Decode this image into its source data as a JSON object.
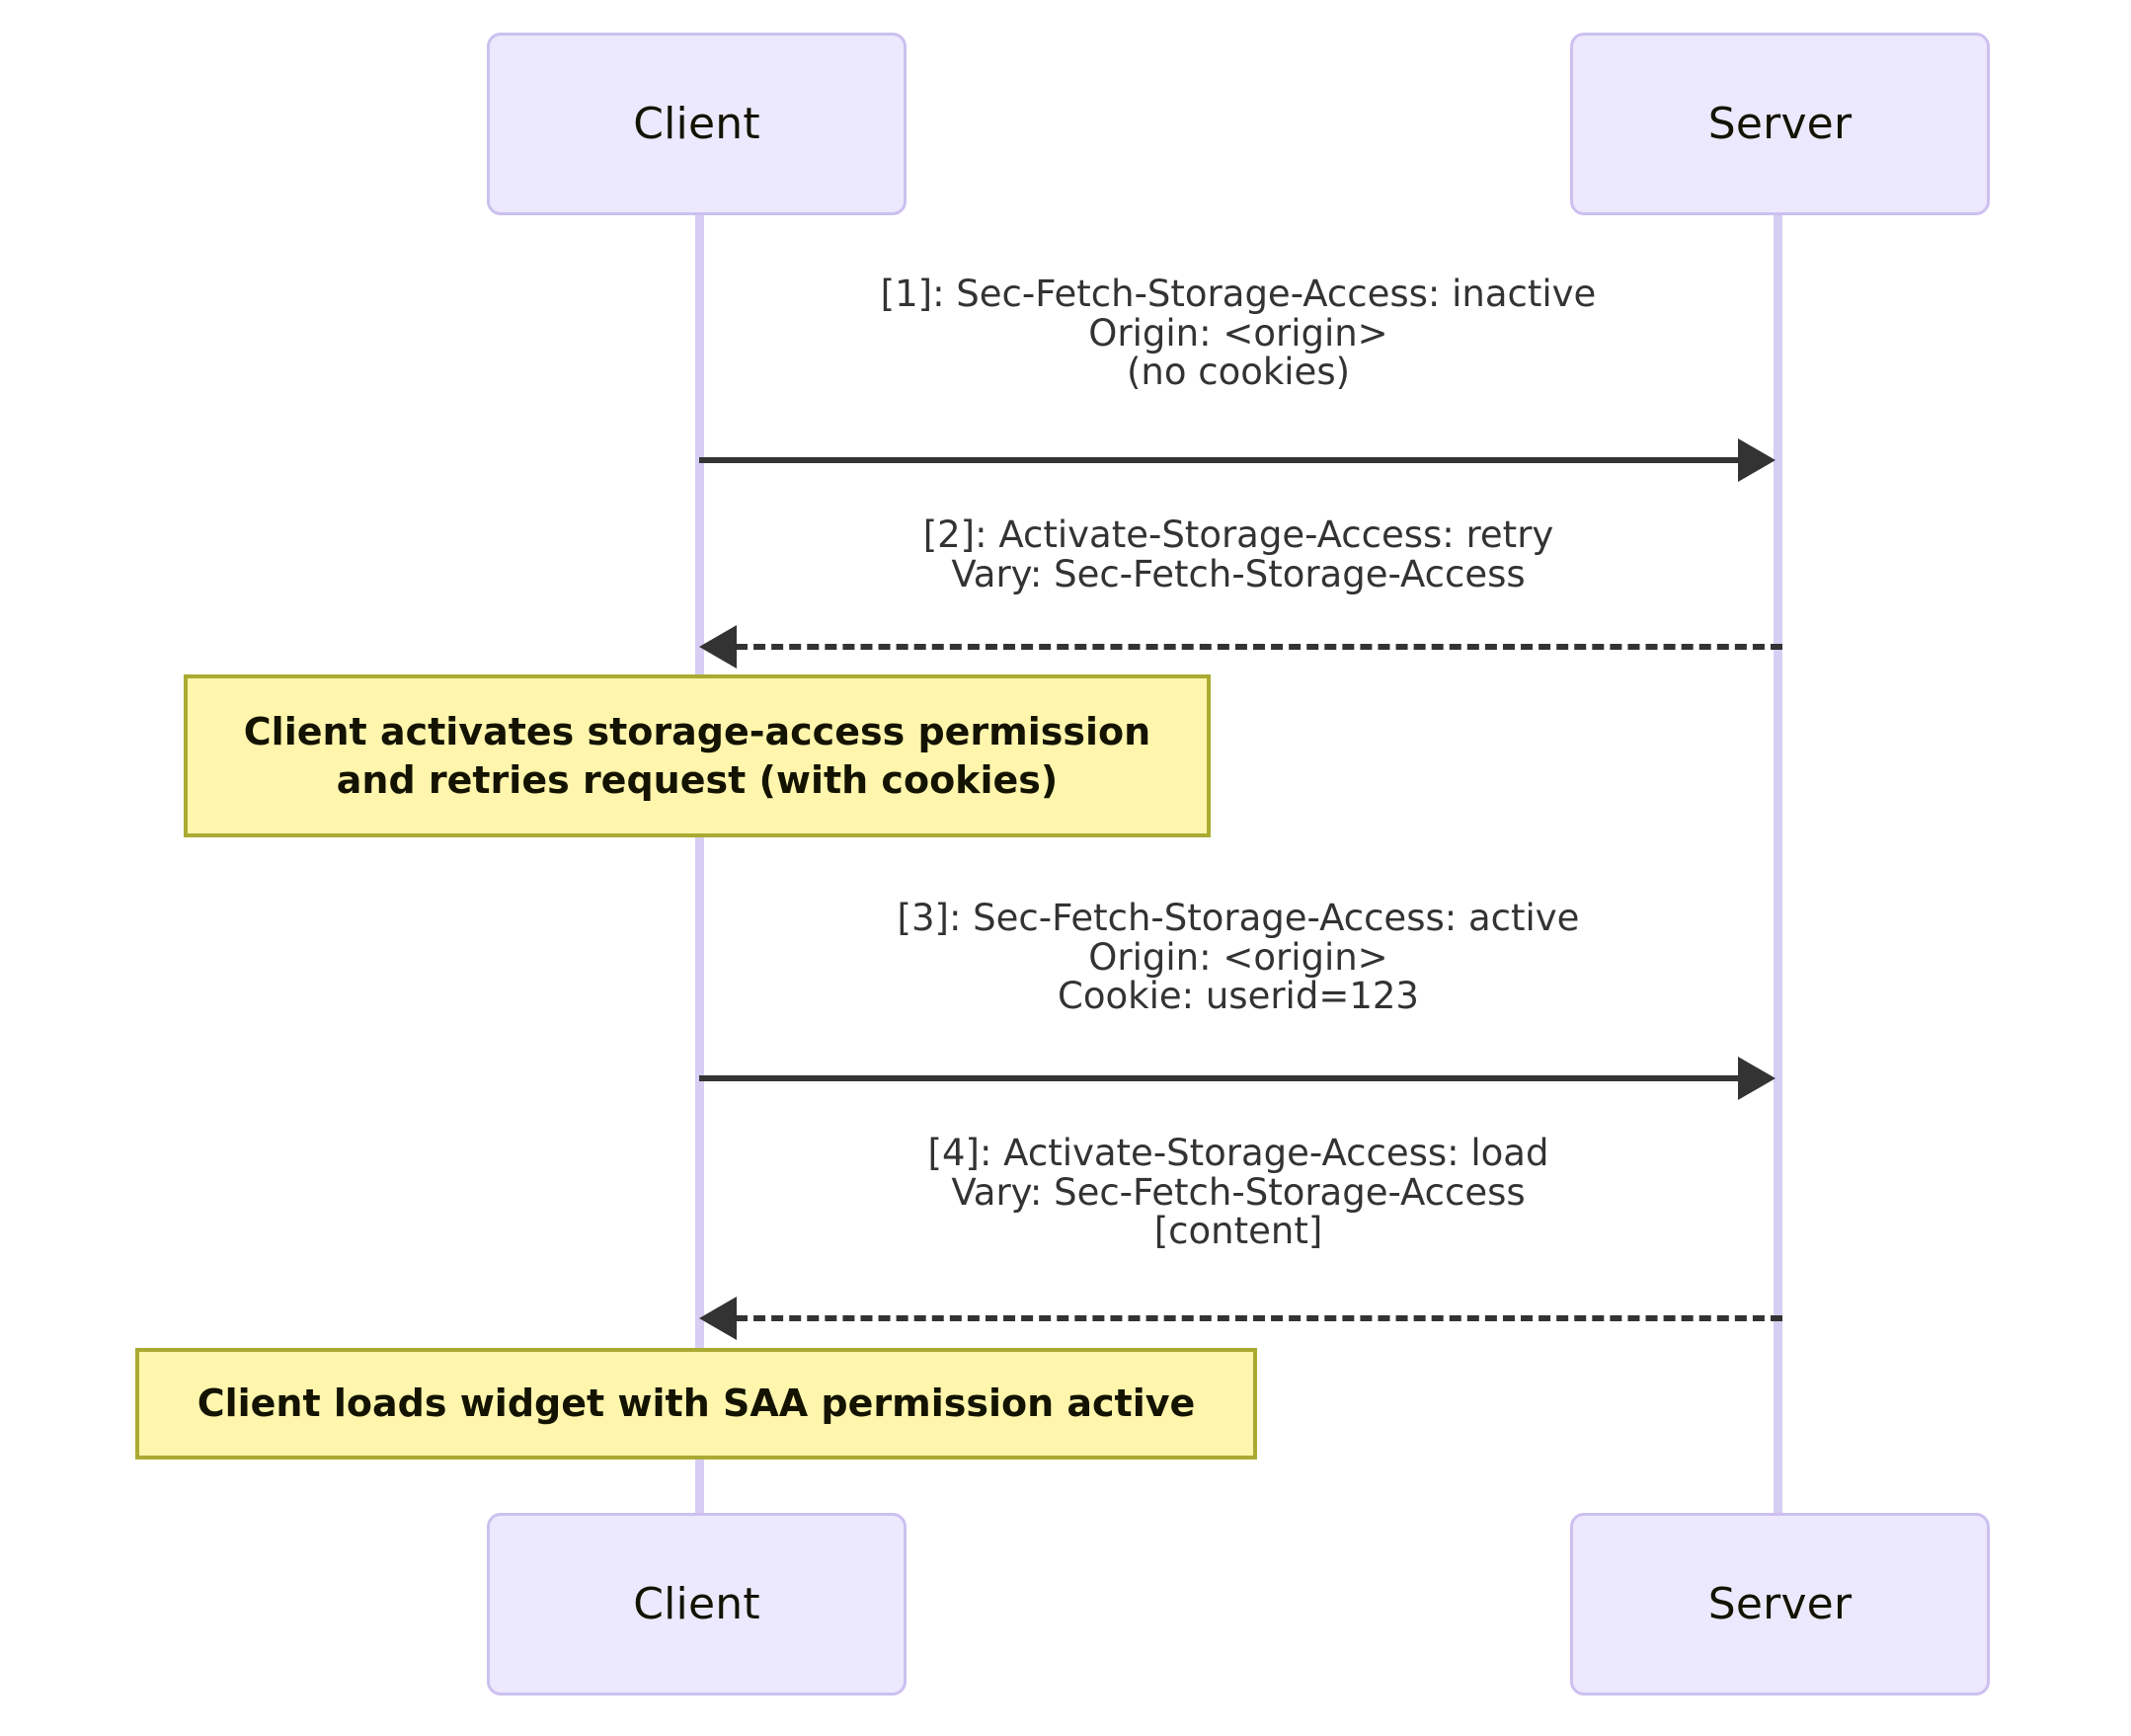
{
  "diagram": {
    "type": "sequence-diagram",
    "colors": {
      "participant_fill": "#ECE8FD",
      "participant_border": "#CCC0F0",
      "lifeline": "#D7CEF3",
      "arrow": "#333333",
      "note_fill": "#FFF5AD",
      "note_border": "#AAAA33",
      "text": "#131300"
    },
    "participants": [
      {
        "id": "client",
        "label": "Client"
      },
      {
        "id": "server",
        "label": "Server"
      }
    ],
    "participants_bottom": [
      {
        "id": "client",
        "label": "Client"
      },
      {
        "id": "server",
        "label": "Server"
      }
    ],
    "messages": [
      {
        "index": "[1]",
        "from": "client",
        "to": "server",
        "style": "solid",
        "direction": "right",
        "lines": [
          "[1]: Sec-Fetch-Storage-Access: inactive",
          "Origin: <origin>",
          "(no cookies)"
        ]
      },
      {
        "index": "[2]",
        "from": "server",
        "to": "client",
        "style": "dashed",
        "direction": "left",
        "lines": [
          "[2]: Activate-Storage-Access: retry",
          "Vary: Sec-Fetch-Storage-Access"
        ]
      },
      {
        "index": "[3]",
        "from": "client",
        "to": "server",
        "style": "solid",
        "direction": "right",
        "lines": [
          "[3]: Sec-Fetch-Storage-Access: active",
          "Origin: <origin>",
          "Cookie: userid=123"
        ]
      },
      {
        "index": "[4]",
        "from": "server",
        "to": "client",
        "style": "dashed",
        "direction": "left",
        "lines": [
          "[4]: Activate-Storage-Access: load",
          "Vary: Sec-Fetch-Storage-Access",
          "[content]"
        ]
      }
    ],
    "notes": [
      {
        "id": "note-activate",
        "over": "client",
        "text": "Client activates storage-access permission\nand retries request (with cookies)"
      },
      {
        "id": "note-load",
        "over": "client",
        "text": "Client loads widget with SAA permission active"
      }
    ]
  }
}
